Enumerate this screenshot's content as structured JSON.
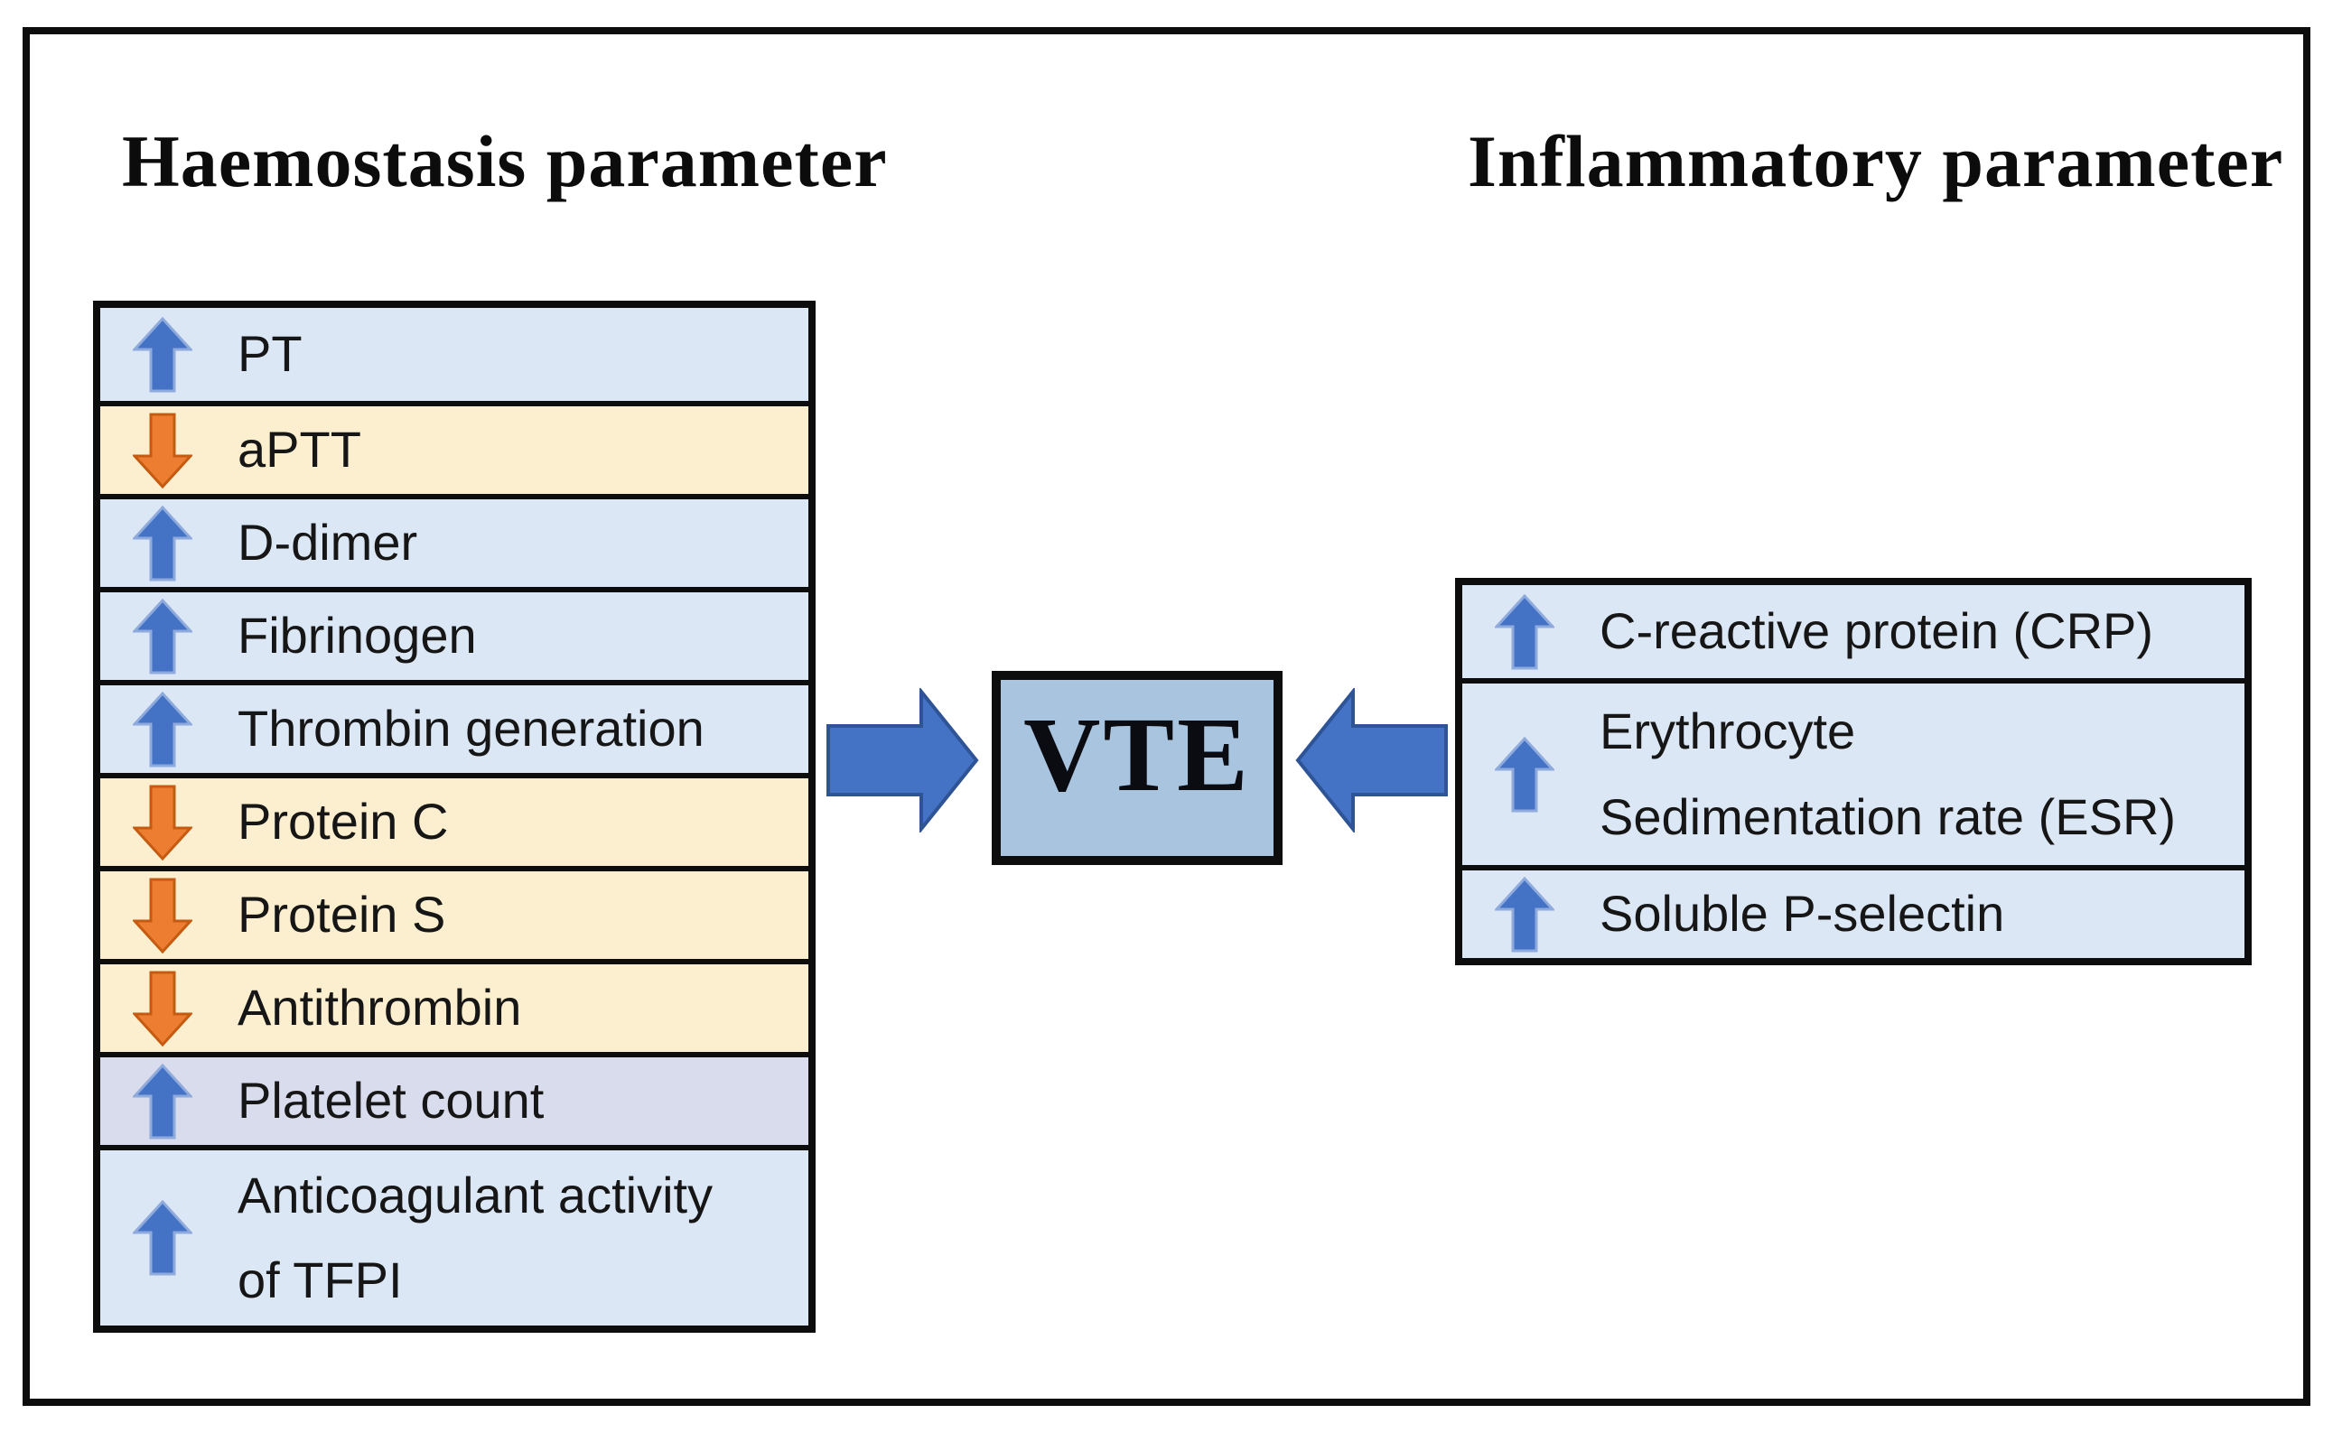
{
  "diagram": {
    "left_title": "Haemostasis parameter",
    "right_title": "Inflammatory parameter",
    "center_label": "VTE"
  },
  "haemostasis_rows": [
    {
      "label": "PT",
      "trend": "up",
      "bg": "blue"
    },
    {
      "label": "aPTT",
      "trend": "down",
      "bg": "cream"
    },
    {
      "label": "D-dimer",
      "trend": "up",
      "bg": "blue"
    },
    {
      "label": "Fibrinogen",
      "trend": "up",
      "bg": "blue"
    },
    {
      "label": "Thrombin generation",
      "trend": "up",
      "bg": "blue"
    },
    {
      "label": "Protein C",
      "trend": "down",
      "bg": "cream"
    },
    {
      "label": "Protein S",
      "trend": "down",
      "bg": "cream"
    },
    {
      "label": "Antithrombin",
      "trend": "down",
      "bg": "cream"
    },
    {
      "label": "Platelet count",
      "trend": "up",
      "bg": "lavender"
    },
    {
      "label": "Anticoagulant activity of TFPI",
      "lines": [
        "Anticoagulant activity",
        "of TFPI"
      ],
      "trend": "up",
      "bg": "blue",
      "tall": true
    }
  ],
  "inflammatory_rows": [
    {
      "label": "C-reactive protein (CRP)",
      "trend": "up",
      "bg": "blue"
    },
    {
      "label": "Erythrocyte Sedimentation rate (ESR)",
      "lines": [
        "Erythrocyte",
        "Sedimentation rate (ESR)"
      ],
      "trend": "up",
      "bg": "blue",
      "tall": true
    },
    {
      "label": "Soluble P-selectin",
      "trend": "up",
      "bg": "blue"
    }
  ],
  "colors": {
    "row_blue_bg": "#dbe7f4",
    "row_cream_bg": "#fcefcf",
    "row_lavender_bg": "#d9dcec",
    "vte_box_bg": "#a9c4df",
    "small_arrow_blue": "#4472c4",
    "small_arrow_blue_edge": "#8faadc",
    "small_arrow_orange": "#ed7d31",
    "small_arrow_orange_edge": "#c55a11",
    "big_arrow_fill": "#4472c4",
    "big_arrow_edge": "#2f5496",
    "line_black": "#0d0d0d"
  }
}
